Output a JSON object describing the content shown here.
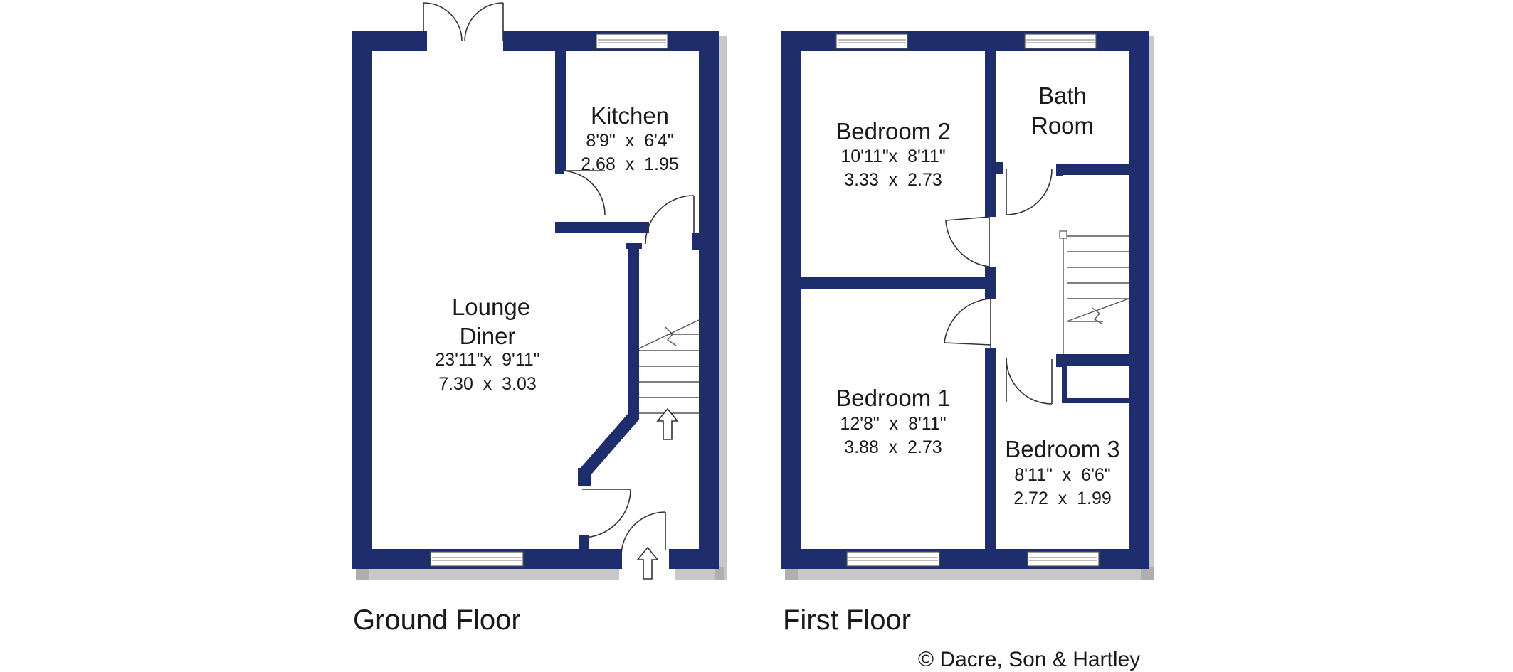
{
  "ground_floor": {
    "label": "Ground Floor",
    "rooms": {
      "kitchen": {
        "name": "Kitchen",
        "imperial": "8'9\"  x  6'4\"",
        "metric": "2.68  x  1.95"
      },
      "lounge": {
        "name_line1": "Lounge",
        "name_line2": "Diner",
        "imperial": "23'11\"x  9'11\"",
        "metric": "7.30  x  3.03"
      }
    }
  },
  "first_floor": {
    "label": "First Floor",
    "rooms": {
      "bedroom2": {
        "name": "Bedroom 2",
        "imperial": "10'11\"x  8'11\"",
        "metric": "3.33  x  2.73"
      },
      "bathroom": {
        "name_line1": "Bath",
        "name_line2": "Room"
      },
      "bedroom1": {
        "name": "Bedroom 1",
        "imperial": "12'8\"  x  8'11\"",
        "metric": "3.88  x  2.73"
      },
      "bedroom3": {
        "name": "Bedroom 3",
        "imperial": "8'11\"  x  6'6\"",
        "metric": "2.72  x  1.99"
      }
    }
  },
  "copyright": "© Dacre, Son & Hartley",
  "colors": {
    "wall": "#1e2d6b",
    "background": "#ffffff"
  }
}
